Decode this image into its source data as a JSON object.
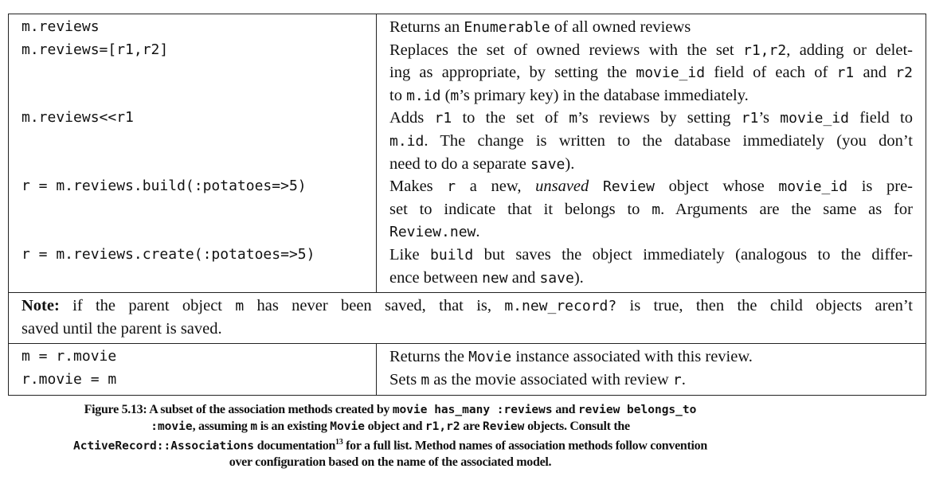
{
  "rows_group1": [
    {
      "code": "m.reviews",
      "desc": [
        [
          {
            "t": "Returns an "
          },
          {
            "t": "Enumerable",
            "c": 1
          },
          {
            "t": " of all owned reviews"
          }
        ]
      ]
    },
    {
      "code": "m.reviews=[r1,r2]",
      "desc": [
        [
          {
            "t": "Replaces the set of owned reviews with the set "
          },
          {
            "t": "r1,r2",
            "c": 1
          },
          {
            "t": ", adding or delet-"
          }
        ],
        [
          {
            "t": "ing as appropriate, by setting the "
          },
          {
            "t": "movie_id",
            "c": 1
          },
          {
            "t": " field of each of "
          },
          {
            "t": "r1",
            "c": 1
          },
          {
            "t": " and "
          },
          {
            "t": "r2",
            "c": 1
          }
        ],
        [
          {
            "t": "to "
          },
          {
            "t": "m.id",
            "c": 1
          },
          {
            "t": " ("
          },
          {
            "t": "m",
            "c": 1
          },
          {
            "t": "’s primary key) in the database immediately."
          }
        ]
      ]
    },
    {
      "code": "m.reviews<<r1",
      "desc": [
        [
          {
            "t": "Adds "
          },
          {
            "t": "r1",
            "c": 1
          },
          {
            "t": " to the set of "
          },
          {
            "t": "m",
            "c": 1
          },
          {
            "t": "’s reviews by setting "
          },
          {
            "t": "r1",
            "c": 1
          },
          {
            "t": "’s "
          },
          {
            "t": "movie_id",
            "c": 1
          },
          {
            "t": " field to"
          }
        ],
        [
          {
            "t": "m.id",
            "c": 1
          },
          {
            "t": ". The change is written to the database immediately (you don’t"
          }
        ],
        [
          {
            "t": "need to do a separate "
          },
          {
            "t": "save",
            "c": 1
          },
          {
            "t": ")."
          }
        ]
      ]
    },
    {
      "code": "r = m.reviews.build(:potatoes=>5)",
      "desc": [
        [
          {
            "t": "Makes "
          },
          {
            "t": "r",
            "c": 1
          },
          {
            "t": " a new, "
          },
          {
            "t": "unsaved",
            "i": 1
          },
          {
            "t": " "
          },
          {
            "t": "Review",
            "c": 1
          },
          {
            "t": " object whose "
          },
          {
            "t": "movie_id",
            "c": 1
          },
          {
            "t": " is pre-"
          }
        ],
        [
          {
            "t": "set to indicate that it belongs to "
          },
          {
            "t": "m",
            "c": 1
          },
          {
            "t": ". Arguments are the same as for"
          }
        ],
        [
          {
            "t": "Review.new",
            "c": 1
          },
          {
            "t": "."
          }
        ]
      ]
    },
    {
      "code": "r = m.reviews.create(:potatoes=>5)",
      "desc": [
        [
          {
            "t": "Like "
          },
          {
            "t": "build",
            "c": 1
          },
          {
            "t": " but saves the object immediately (analogous to the differ-"
          }
        ],
        [
          {
            "t": "ence between "
          },
          {
            "t": "new",
            "c": 1
          },
          {
            "t": " and "
          },
          {
            "t": "save",
            "c": 1
          },
          {
            "t": ")."
          }
        ]
      ]
    }
  ],
  "note": [
    [
      {
        "t": "Note:",
        "b": 1
      },
      {
        "t": " if the parent object "
      },
      {
        "t": "m",
        "c": 1
      },
      {
        "t": " has never been saved, that is, "
      },
      {
        "t": "m.new_record?",
        "c": 1
      },
      {
        "t": " is true, then the child objects aren’t"
      }
    ],
    [
      {
        "t": "saved until the parent is saved."
      }
    ]
  ],
  "rows_group2": [
    {
      "code": "m = r.movie",
      "desc": [
        [
          {
            "t": "Returns the "
          },
          {
            "t": "Movie",
            "c": 1
          },
          {
            "t": " instance associated with this review."
          }
        ]
      ]
    },
    {
      "code": "r.movie = m",
      "desc": [
        [
          {
            "t": "Sets "
          },
          {
            "t": "m",
            "c": 1
          },
          {
            "t": " as the movie associated with review "
          },
          {
            "t": "r",
            "c": 1
          },
          {
            "t": "."
          }
        ]
      ]
    }
  ],
  "caption": [
    [
      {
        "t": "Figure 5.13: A subset of the association methods created by "
      },
      {
        "t": "movie has_many :reviews",
        "c": 1
      },
      {
        "t": " and "
      },
      {
        "t": "review belongs_to",
        "c": 1
      }
    ],
    [
      {
        "t": ":movie",
        "c": 1
      },
      {
        "t": ", assuming "
      },
      {
        "t": "m",
        "c": 1
      },
      {
        "t": " is an existing "
      },
      {
        "t": "Movie",
        "c": 1
      },
      {
        "t": " object and "
      },
      {
        "t": "r1,r2",
        "c": 1
      },
      {
        "t": " are "
      },
      {
        "t": "Review",
        "c": 1
      },
      {
        "t": " objects. Consult the"
      }
    ],
    [
      {
        "t": "ActiveRecord::Associations",
        "c": 1
      },
      {
        "t": " documentation"
      },
      {
        "t": "13",
        "s": 1
      },
      {
        "t": " for a full list. Method names of association methods follow convention"
      }
    ],
    [
      {
        "t": "over configuration based on the name of the associated model."
      }
    ]
  ]
}
